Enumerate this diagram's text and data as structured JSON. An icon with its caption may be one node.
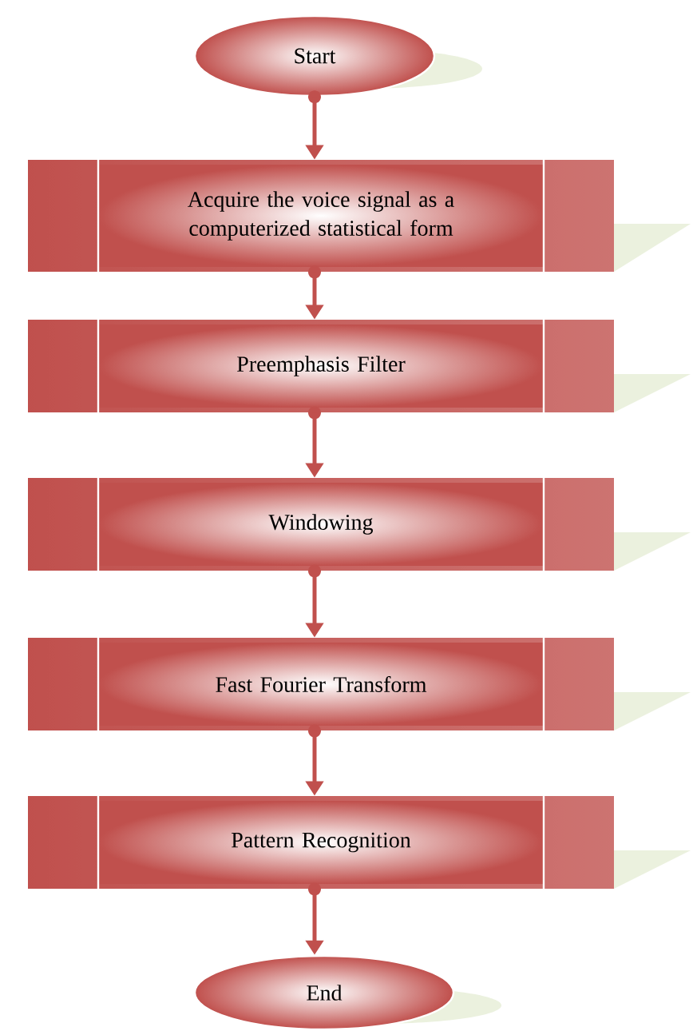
{
  "diagram": {
    "nodes": [
      {
        "text": [
          "Start"
        ]
      },
      {
        "text": [
          "Acquire the voice signal as a computerized statistical form"
        ]
      },
      {
        "text": [
          "Preemphasis Filter"
        ]
      },
      {
        "text": [
          "Windowing"
        ]
      },
      {
        "text": [
          "Fast Fourier Transform"
        ]
      },
      {
        "text": [
          "Pattern Recognition"
        ]
      },
      {
        "text": [
          "End"
        ]
      }
    ],
    "edges": [
      {
        "from": 0,
        "to": 1,
        "arrow": "to"
      },
      {
        "from": 1,
        "to": 2,
        "arrow": "to"
      },
      {
        "from": 2,
        "to": 3,
        "arrow": "to"
      },
      {
        "from": 3,
        "to": 4,
        "arrow": "to"
      },
      {
        "from": 4,
        "to": 5,
        "arrow": "to"
      },
      {
        "from": 5,
        "to": 6,
        "arrow": "to"
      }
    ]
  }
}
